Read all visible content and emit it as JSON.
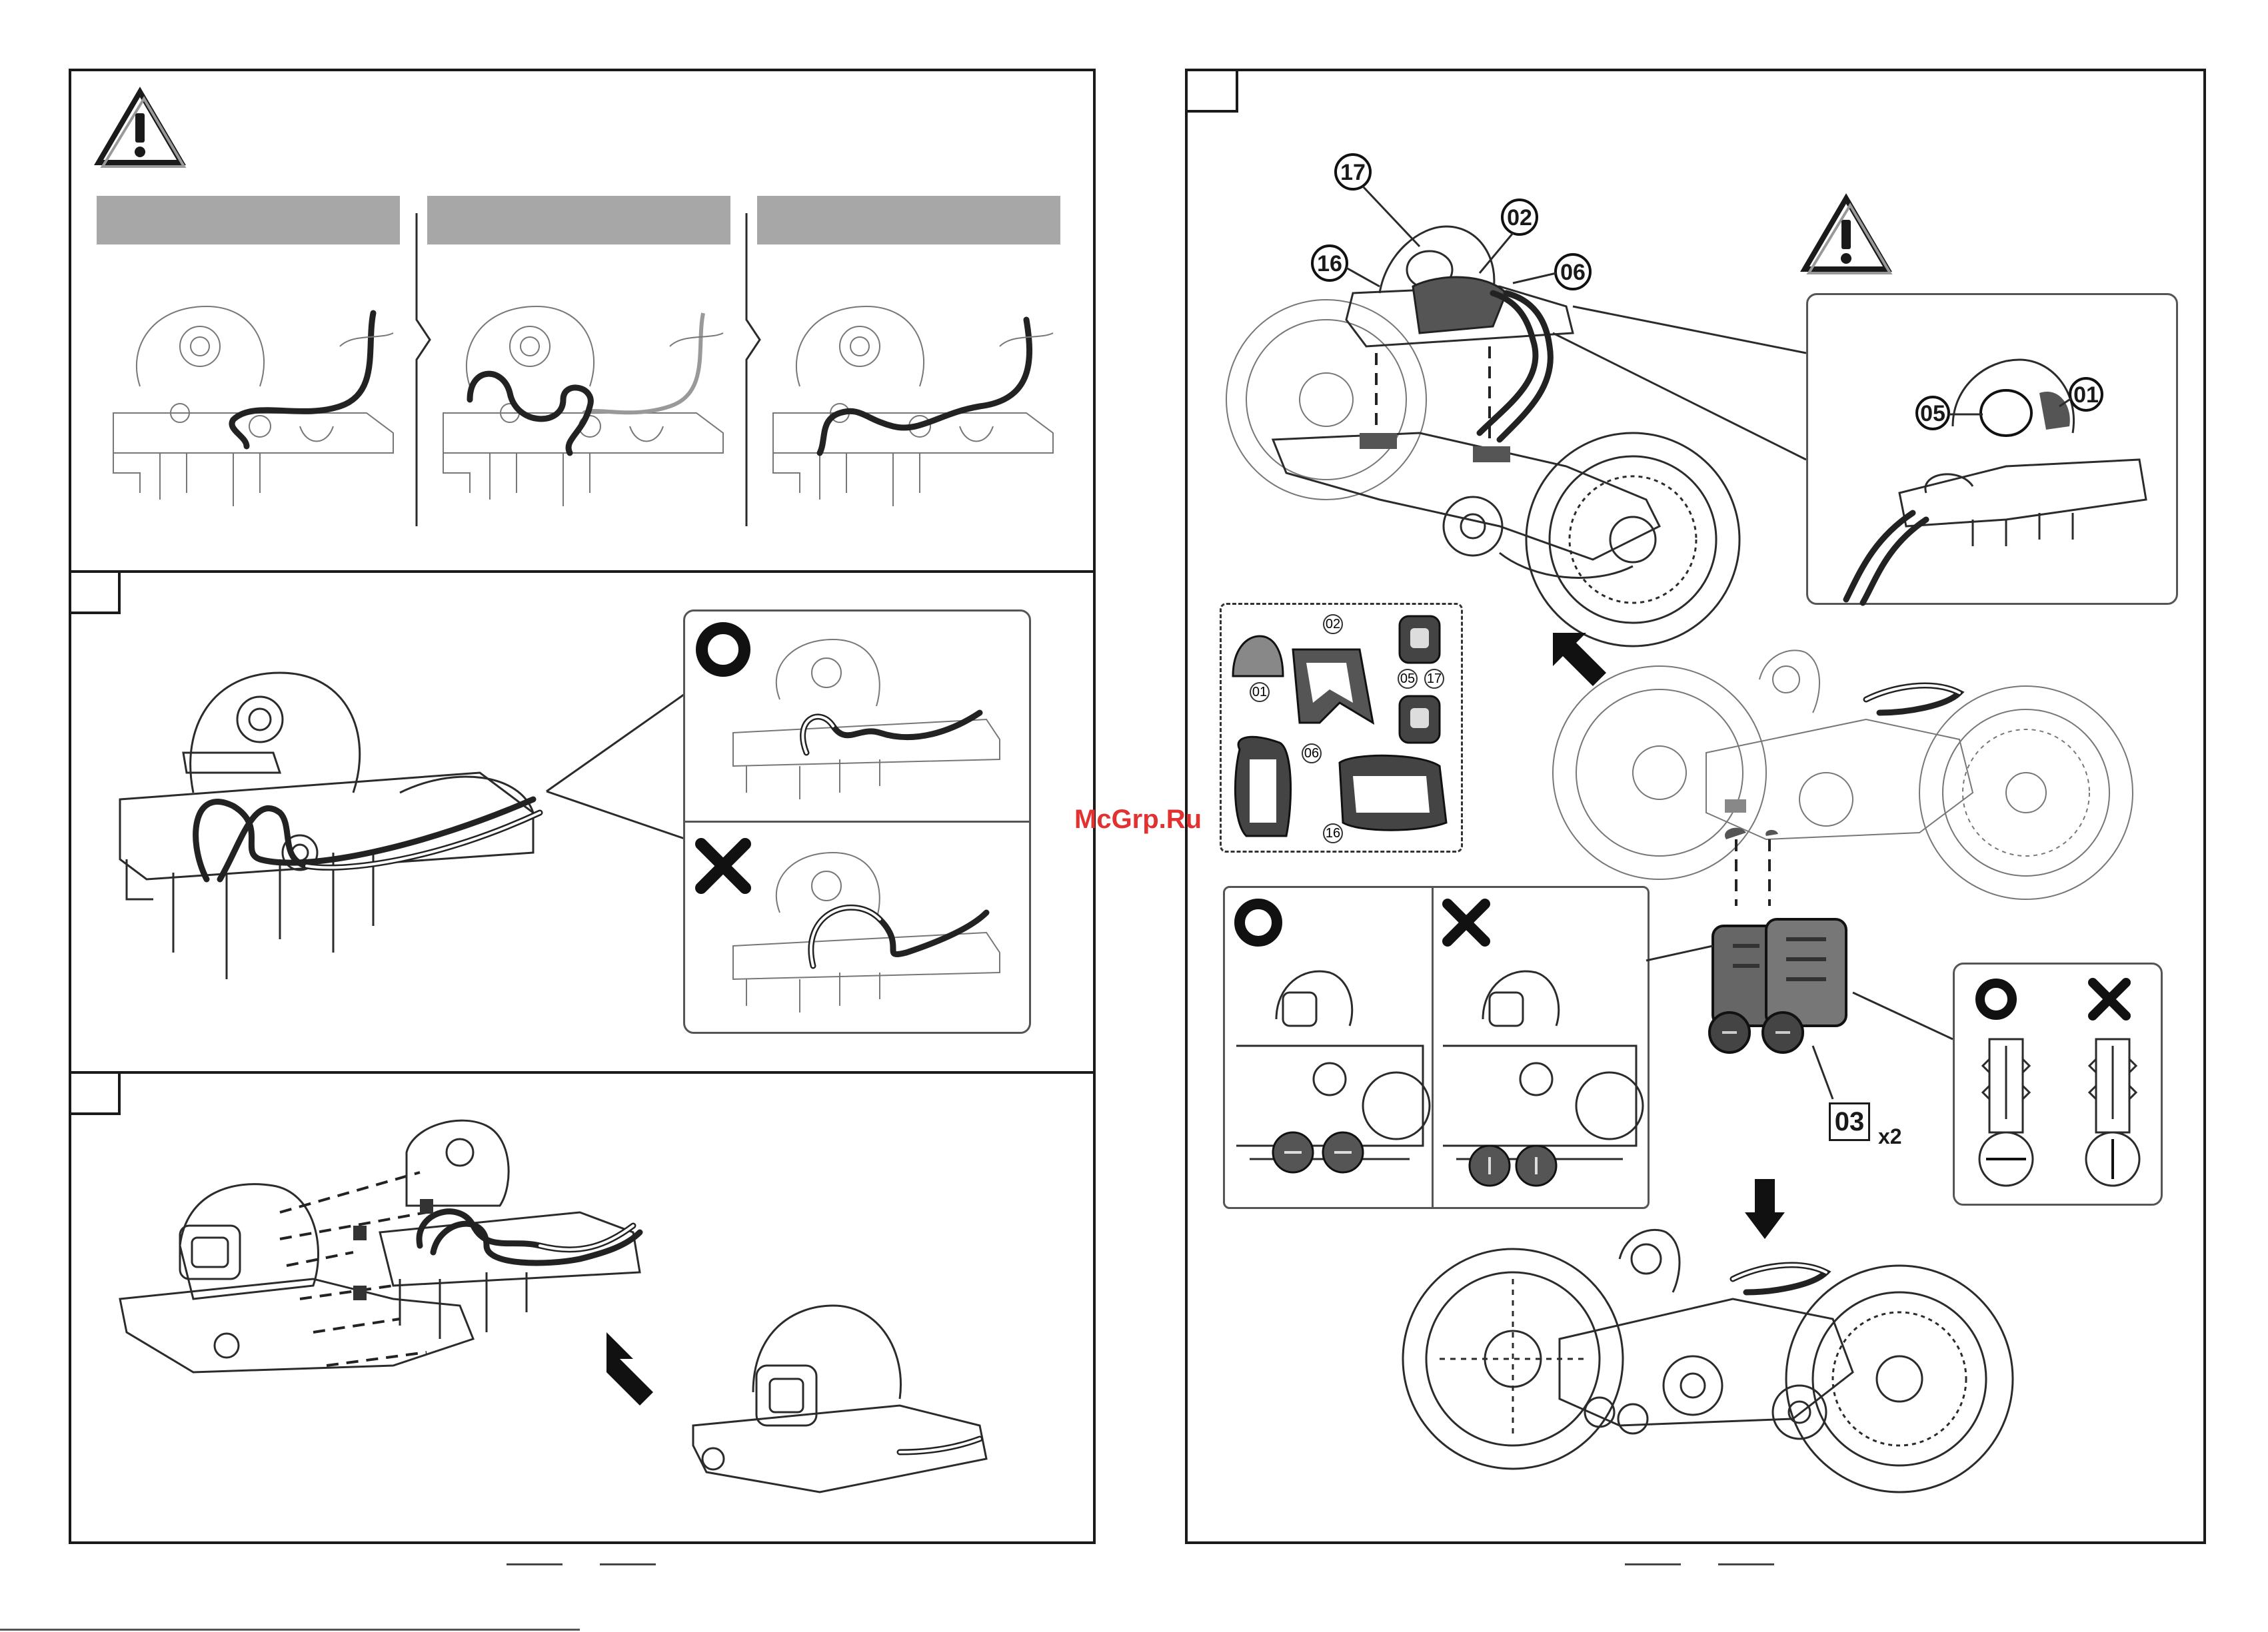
{
  "watermark": "McGrp.Ru",
  "left_page": {
    "warning_icon": "warning-triangle-icon",
    "step_boxes": [
      "",
      ""
    ],
    "ok_mark": "circle-ok-icon",
    "ng_mark": "cross-ng-icon"
  },
  "right_page": {
    "step_box": "",
    "warning_icon": "warning-triangle-icon",
    "part_numbers": {
      "p17": "17",
      "p02": "02",
      "p16": "16",
      "p06": "06",
      "p05": "05",
      "p01": "01"
    },
    "sticker_sheet": {
      "s01": "01",
      "s02": "02",
      "s05": "05",
      "s17": "17",
      "s06": "06",
      "s16": "16"
    },
    "wheel_part": "03",
    "wheel_qty": "x2"
  },
  "colors": {
    "outline": "#1a1a1a",
    "header_bar": "#a7a7a7",
    "watermark": "#e23131"
  }
}
